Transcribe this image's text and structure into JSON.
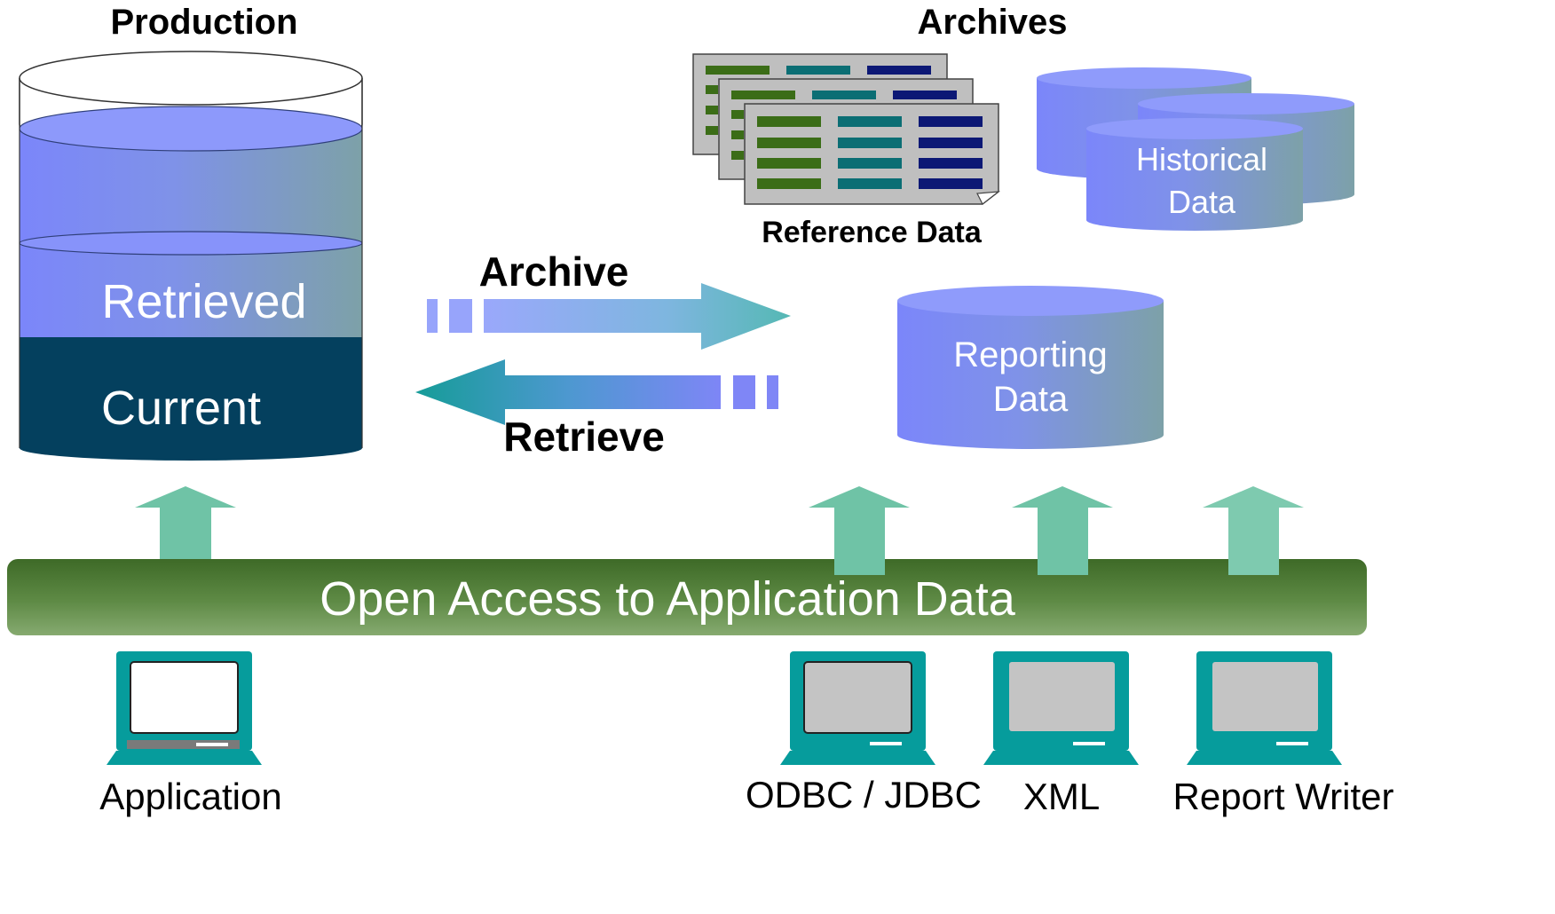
{
  "headers": {
    "production": "Production",
    "archives": "Archives"
  },
  "production_db": {
    "retrieved": "Retrieved",
    "current": "Current"
  },
  "archive_items": {
    "reference_data": "Reference Data",
    "historical_data_line1": "Historical",
    "historical_data_line2": "Data",
    "reporting_data_line1": "Reporting",
    "reporting_data_line2": "Data"
  },
  "flows": {
    "archive": "Archive",
    "retrieve": "Retrieve"
  },
  "access_bar": {
    "label": "Open Access to Application Data"
  },
  "clients": [
    {
      "label": "Application"
    },
    {
      "label": "ODBC / JDBC"
    },
    {
      "label": "XML"
    },
    {
      "label": "Report Writer"
    }
  ],
  "colors": {
    "cylinder_fill": "#7f8ef6",
    "cylinder_edge": "#7aa0ac",
    "current_fill": "#04405e",
    "bar_green": "#4a7330",
    "arrow_teal": "#6fc3a6",
    "monitor_teal": "#069c9c",
    "sheet_green": "#3b6d17",
    "sheet_teal": "#0b6e74",
    "sheet_navy": "#0c1875"
  },
  "icons": {
    "monitor": "computer-monitor-icon",
    "database": "database-cylinder-icon",
    "document": "spreadsheet-document-icon"
  }
}
